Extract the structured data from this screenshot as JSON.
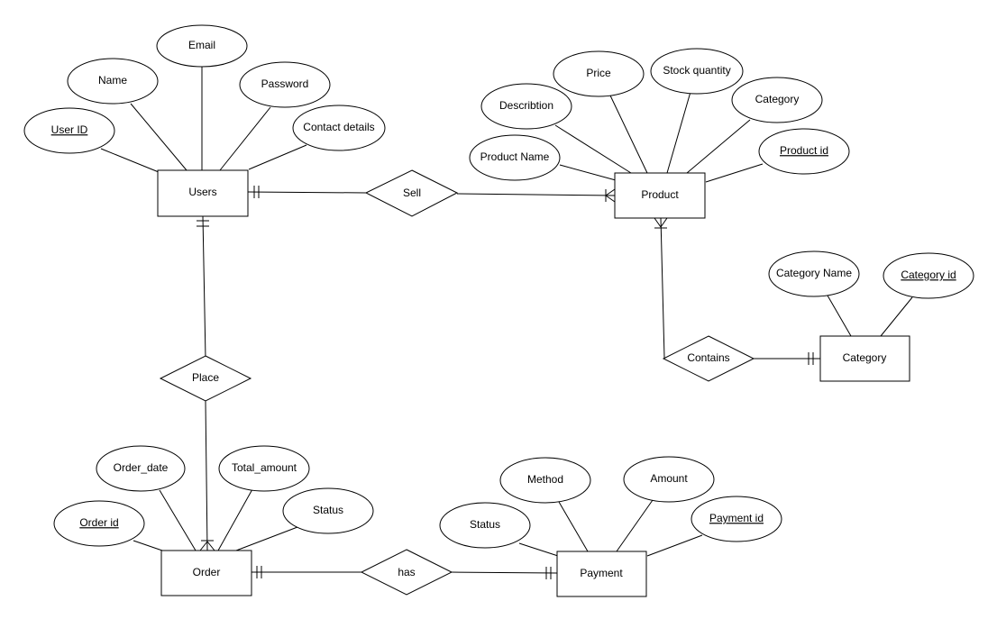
{
  "entities": {
    "users": "Users",
    "product": "Product",
    "category": "Category",
    "order": "Order",
    "payment": "Payment"
  },
  "relationships": {
    "sell": "Sell",
    "place": "Place",
    "contains": "Contains",
    "has": "has"
  },
  "attributes": {
    "users": {
      "email": "Email",
      "name": "Name",
      "password": "Password",
      "user_id": "User ID",
      "contact_details": "Contact details"
    },
    "product": {
      "price": "Price",
      "stock_quantity": "Stock quantity",
      "description": "Describtion",
      "category": "Category",
      "product_name": "Product Name",
      "product_id": "Product id"
    },
    "category": {
      "category_name": "Category Name",
      "category_id": "Category id"
    },
    "order": {
      "order_date": "Order_date",
      "total_amount": "Total_amount",
      "order_id": "Order id",
      "status": "Status"
    },
    "payment": {
      "method": "Method",
      "amount": "Amount",
      "status": "Status",
      "payment_id": "Payment id"
    }
  }
}
